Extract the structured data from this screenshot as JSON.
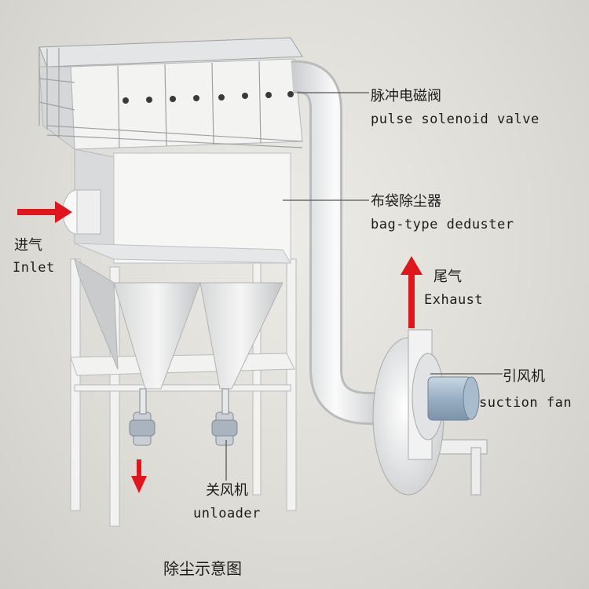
{
  "labels": {
    "valve_cn": "脉冲电磁阀",
    "valve_en": "pulse solenoid valve",
    "bag_cn": "布袋除尘器",
    "bag_en": "bag-type deduster",
    "inlet_cn": "进气",
    "inlet_en": "Inlet",
    "exhaust_cn": "尾气",
    "exhaust_en": "Exhaust",
    "fan_cn": "引风机",
    "fan_en": "suction fan",
    "unloader_cn": "关风机",
    "unloader_en": "unloader",
    "caption": "除尘示意图"
  },
  "colors": {
    "arrow": "#e0161d",
    "equipment": "#f4f4f2",
    "shadow": "#b9bbbd",
    "motor": "#9fb6c9"
  }
}
